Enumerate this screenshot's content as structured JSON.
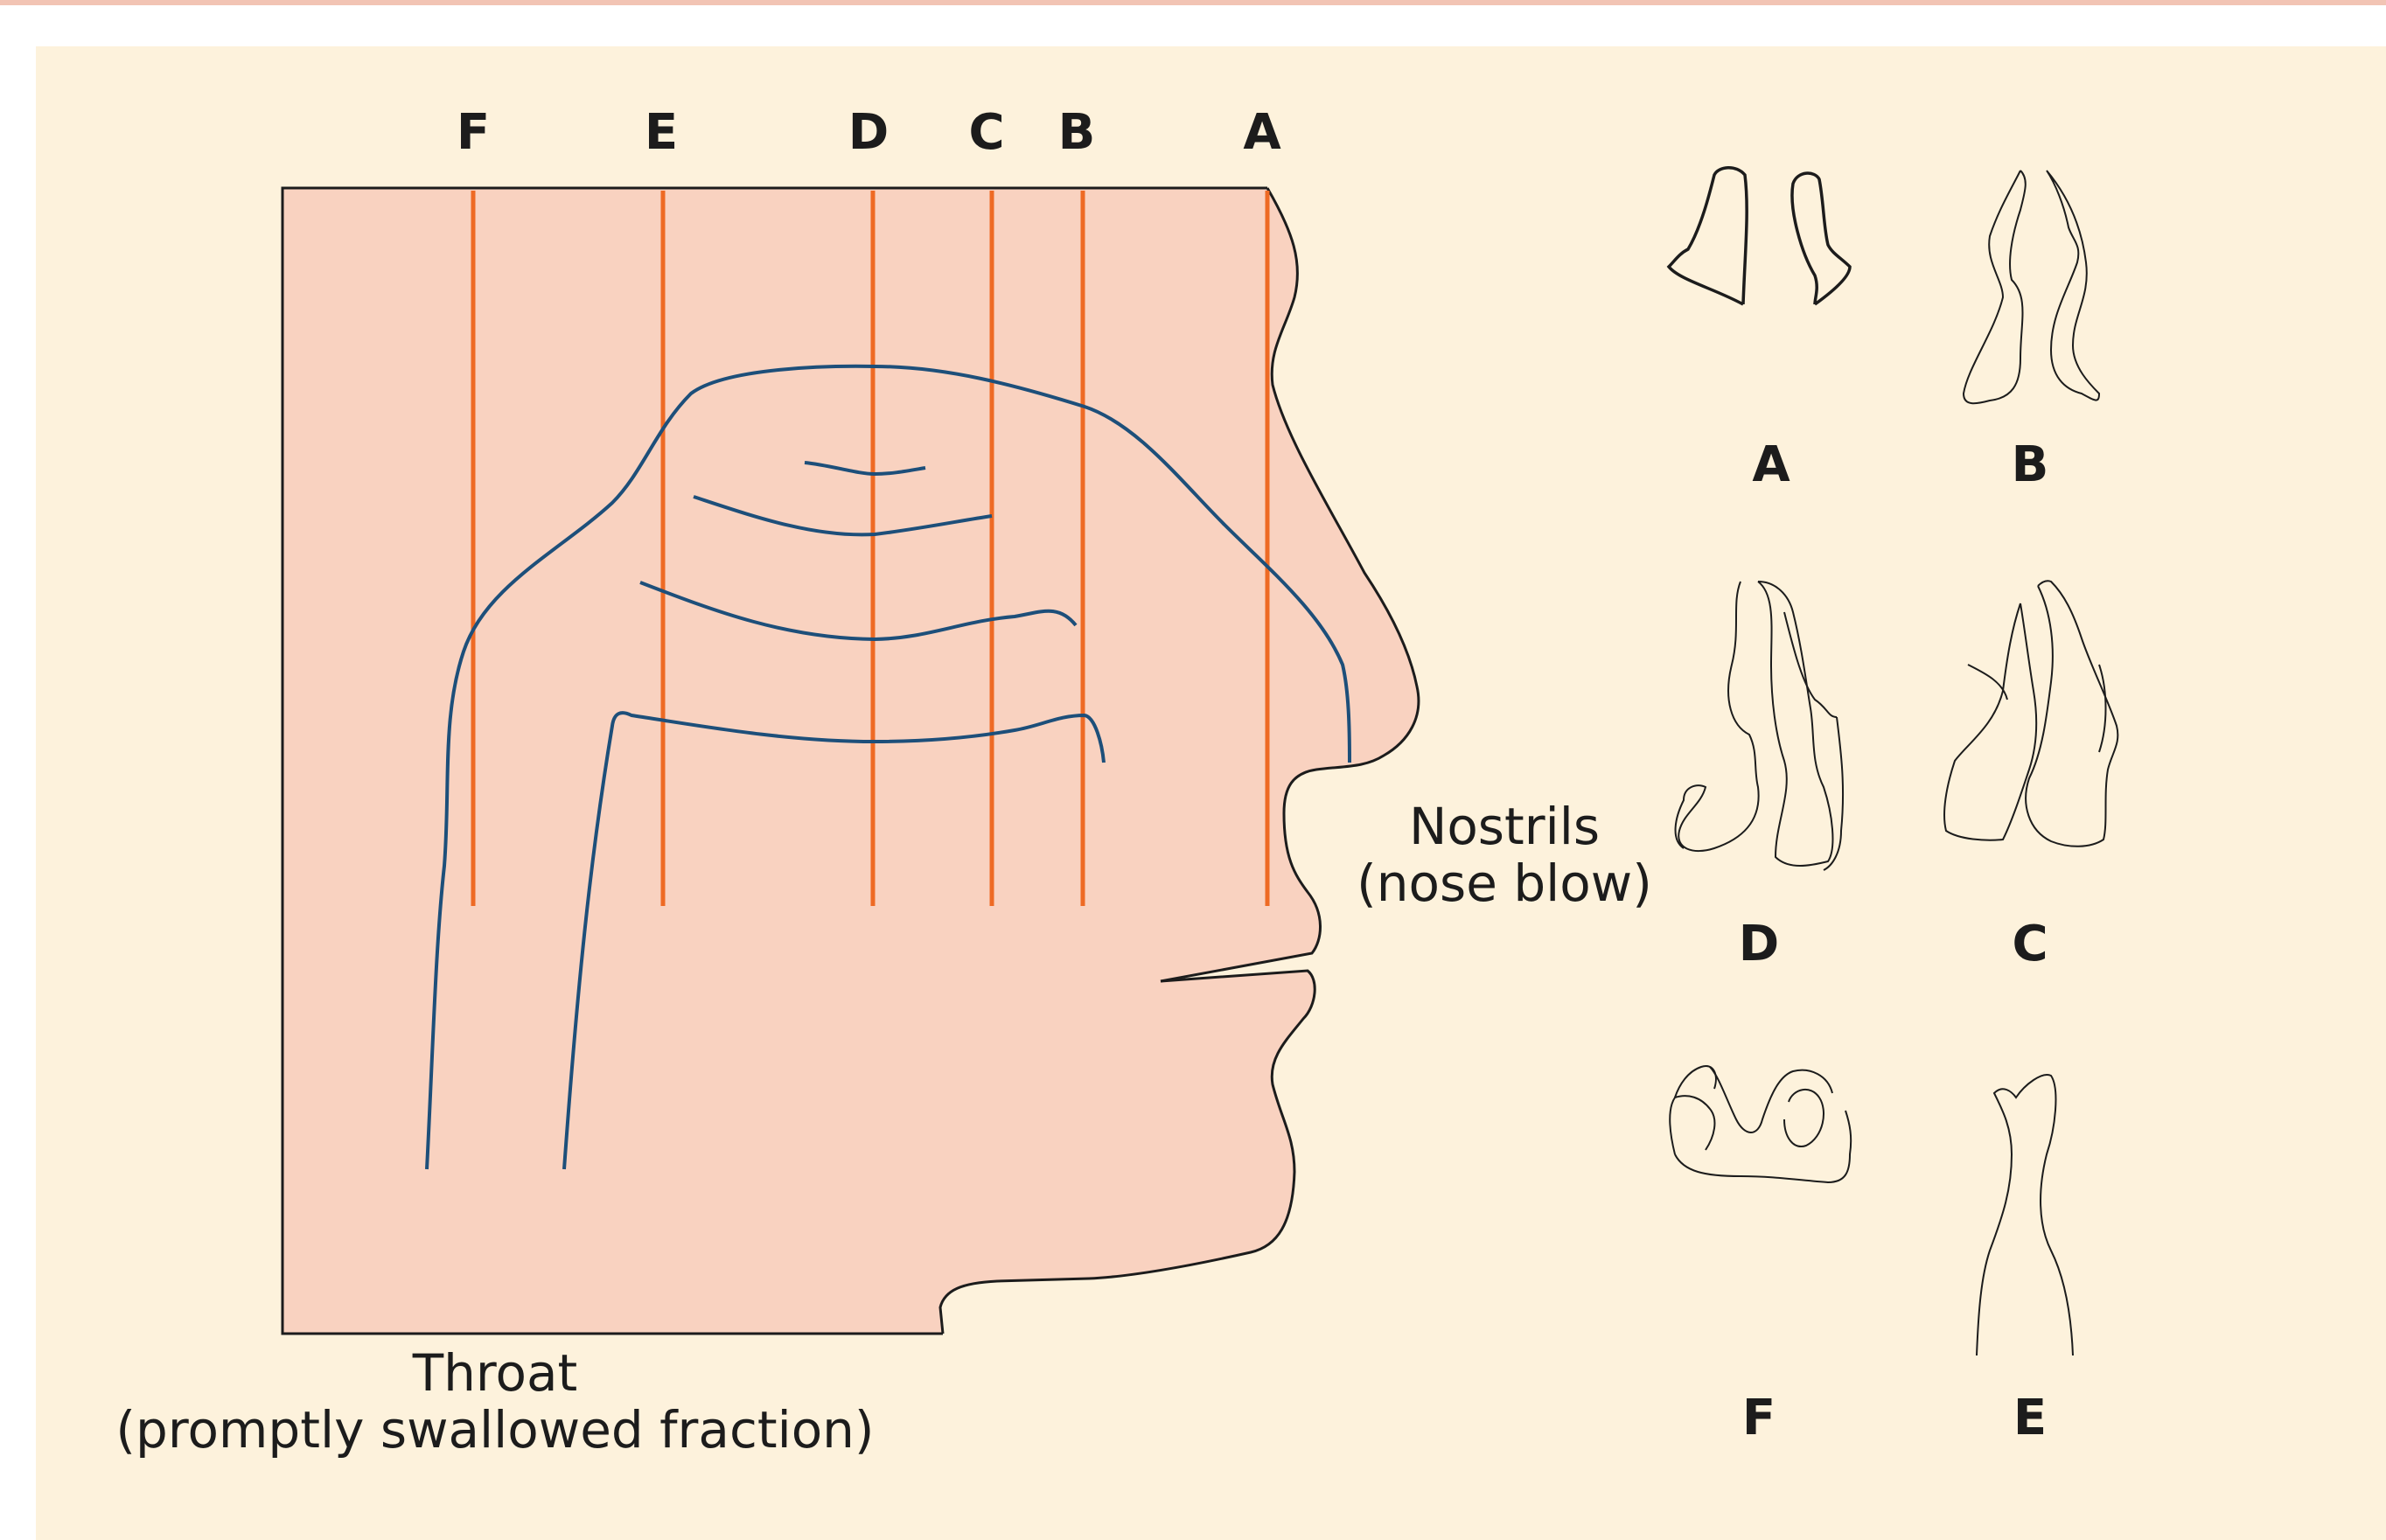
{
  "section_labels_top": [
    "F",
    "E",
    "D",
    "C",
    "B",
    "A"
  ],
  "cross_section_labels": [
    "A",
    "B",
    "D",
    "C",
    "F",
    "E"
  ],
  "nostrils_caption": [
    "Nostrils",
    "(nose blow)"
  ],
  "throat_caption": [
    "Throat",
    "(promptly swallowed fraction)"
  ],
  "colors": {
    "panel_background": "#fdf2dc",
    "head_fill": "#f9d2c0",
    "section_lines": "#ee6a24",
    "airway_lines": "#1d4f7a",
    "outline": "#1c1c1c"
  }
}
